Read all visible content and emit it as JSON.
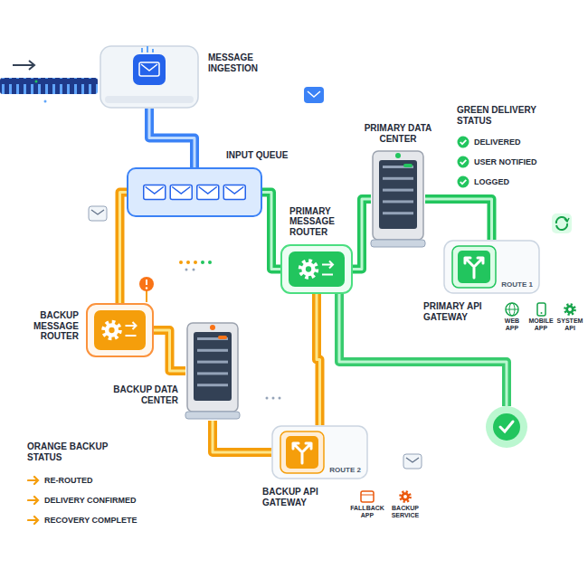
{
  "diagram": {
    "nodes": [
      {
        "text": [
          "MESSAGE INGESTION"
        ]
      },
      {
        "text": [
          "INPUT QUEUE"
        ]
      },
      {
        "text": [
          "PRIMARY MESSAGE ROUTER"
        ]
      },
      {
        "text": [
          "PRIMARY DATA CENTER"
        ]
      },
      {
        "text": [
          "ROUTE 1",
          "PRIMARY API GATEWAY"
        ]
      },
      {
        "text": [
          "BACKUP MESSAGE ROUTER"
        ]
      },
      {
        "text": [
          "BACKUP DATA CENTER"
        ]
      },
      {
        "text": [
          "ROUTE 2",
          "BACKUP API GATEWAY"
        ]
      }
    ],
    "edges": [
      {
        "from": 0,
        "to": 1,
        "arrow": "none"
      },
      {
        "from": 1,
        "to": 2,
        "arrow": "none"
      },
      {
        "from": 1,
        "to": 5,
        "arrow": "none"
      },
      {
        "from": 2,
        "to": 3,
        "arrow": "none"
      },
      {
        "from": 3,
        "to": 4,
        "arrow": "none"
      },
      {
        "from": 5,
        "to": 6,
        "arrow": "none"
      },
      {
        "from": 6,
        "to": 7,
        "arrow": "none"
      },
      {
        "from": 2,
        "to": 7,
        "arrow": "none"
      }
    ],
    "labels": [
      "WEB APP",
      "MOBILE APP",
      "SYSTEM API",
      "FALLBACK APP",
      "BACKUP SERVICE",
      "GREEN DELIVERY STATUS",
      "ORANGE BACKUP STATUS"
    ],
    "legend": [
      {
        "text": "DELIVERED"
      },
      {
        "text": "USER NOTIFIED"
      },
      {
        "text": "LOGGED"
      },
      {
        "text": "RE-ROUTED"
      },
      {
        "text": "DELIVERY CONFIRMED"
      },
      {
        "text": "RECOVERY COMPLETE"
      }
    ]
  }
}
